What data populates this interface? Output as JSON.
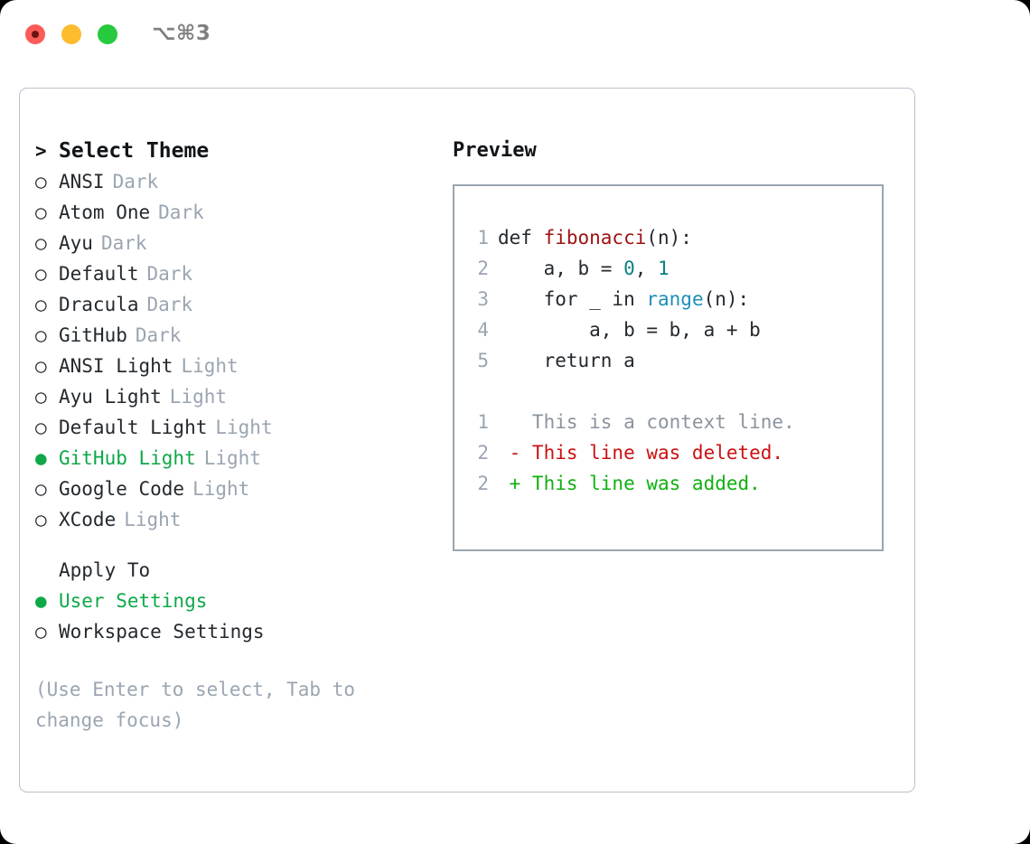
{
  "titlebar": {
    "shortcut": "⌥⌘3",
    "dots": [
      "close-dot",
      "minimize-dot",
      "maximize-dot"
    ]
  },
  "theme_picker": {
    "header_marker": ">",
    "header_label": "Select Theme",
    "unselected_marker": "○",
    "selected_marker": "●",
    "items": [
      {
        "label": "ANSI",
        "tag": "Dark",
        "selected": false
      },
      {
        "label": "Atom One",
        "tag": "Dark",
        "selected": false
      },
      {
        "label": "Ayu",
        "tag": "Dark",
        "selected": false
      },
      {
        "label": "Default",
        "tag": "Dark",
        "selected": false
      },
      {
        "label": "Dracula",
        "tag": "Dark",
        "selected": false
      },
      {
        "label": "GitHub",
        "tag": "Dark",
        "selected": false
      },
      {
        "label": "ANSI Light",
        "tag": "Light",
        "selected": false
      },
      {
        "label": "Ayu Light",
        "tag": "Light",
        "selected": false
      },
      {
        "label": "Default Light",
        "tag": "Light",
        "selected": false
      },
      {
        "label": "GitHub Light",
        "tag": "Light",
        "selected": true
      },
      {
        "label": "Google Code",
        "tag": "Light",
        "selected": false
      },
      {
        "label": "XCode",
        "tag": "Light",
        "selected": false
      }
    ]
  },
  "apply_to": {
    "title": "Apply To",
    "options": [
      {
        "label": "User Settings",
        "selected": true
      },
      {
        "label": "Workspace Settings",
        "selected": false
      }
    ]
  },
  "hint": "(Use Enter to select, Tab to change focus)",
  "preview": {
    "title": "Preview",
    "code_lines": [
      {
        "num": "1",
        "tokens": [
          {
            "text": "def ",
            "type": "plain"
          },
          {
            "text": "fibonacci",
            "type": "fn"
          },
          {
            "text": "(n):",
            "type": "plain"
          }
        ]
      },
      {
        "num": "2",
        "tokens": [
          {
            "text": "    a, b = ",
            "type": "plain"
          },
          {
            "text": "0",
            "type": "num"
          },
          {
            "text": ", ",
            "type": "plain"
          },
          {
            "text": "1",
            "type": "num"
          }
        ]
      },
      {
        "num": "3",
        "tokens": [
          {
            "text": "    for _ in ",
            "type": "plain"
          },
          {
            "text": "range",
            "type": "kw"
          },
          {
            "text": "(n):",
            "type": "plain"
          }
        ]
      },
      {
        "num": "4",
        "tokens": [
          {
            "text": "        a, b = b, a + b",
            "type": "plain"
          }
        ]
      },
      {
        "num": "5",
        "tokens": [
          {
            "text": "    return a",
            "type": "plain"
          }
        ]
      }
    ],
    "diff_lines": [
      {
        "num": "1",
        "sign": " ",
        "text": " This is a context line.",
        "type": "ctx"
      },
      {
        "num": "2",
        "sign": "-",
        "text": " This line was deleted.",
        "type": "del"
      },
      {
        "num": "2",
        "sign": "+",
        "text": " This line was added.",
        "type": "add"
      }
    ]
  },
  "colors": {
    "accent_green": "#0fa848",
    "muted": "#9aa5b1",
    "text": "#24292e",
    "diff_delete": "#cc1111",
    "diff_add": "#11b011",
    "syntax_function": "#9e1111",
    "syntax_number": "#0b8080",
    "syntax_keyword": "#1f8fb5"
  }
}
